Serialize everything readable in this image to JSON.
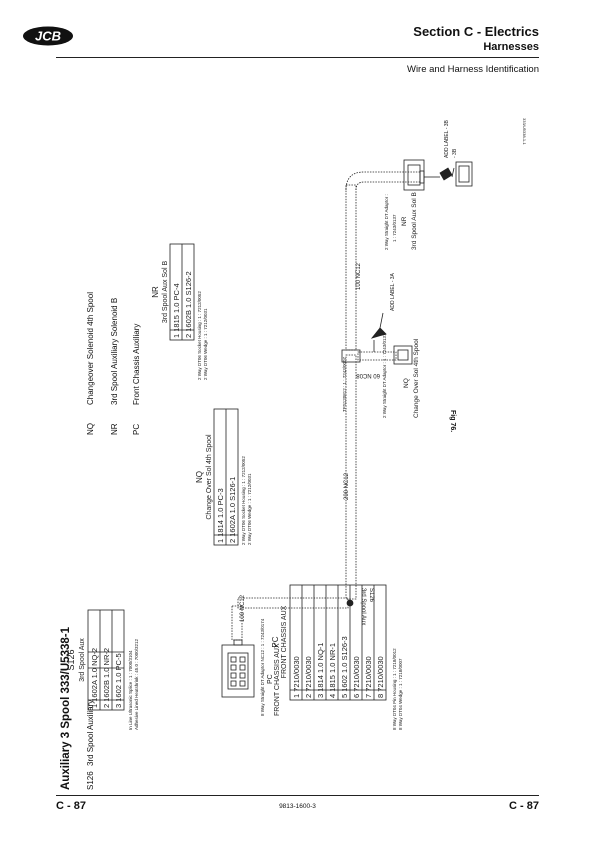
{
  "header": {
    "section_title": "Section C - Electrics",
    "section_subtitle": "Harnesses",
    "topic": "Wire and Harness Identification",
    "ref_code": "333/U5338-1-1"
  },
  "heading": "Auxiliary 3 Spool 333/U5338-1",
  "legend": [
    {
      "code": "S126",
      "desc": "3rd Spool Auxiliary"
    },
    {
      "code": "NQ",
      "desc": "Changeover Solenoid 4th Spool"
    },
    {
      "code": "NR",
      "desc": "3rd Spool Auxiliary Solenoid B"
    },
    {
      "code": "PC",
      "desc": "Front Chassis Auxiliary"
    }
  ],
  "diagram": {
    "s126_table": {
      "code": "S126",
      "title": "3rd Spool Aux",
      "rows": [
        "1 1602A 1.0 NQ-2",
        "2 1602B 1.0 NR-2",
        "3 1602 1.0 PC-5"
      ],
      "note1": "In Line Ultrasonic Splice : 1 : 7000/3104",
      "note2": "Adhesive Lined Heatshrink : 45.0 : 7000/3212"
    },
    "pc_table": {
      "code": "PC",
      "title": "FRONT CHASSIS AUX",
      "rows": [
        "1 7210/0030",
        "2 7210/0030",
        "3 1814 1.0 NQ-1",
        "4 1815 1.0 NR-1",
        "5 1602 1.0 S126-3",
        "6 7210/0030",
        "7 7210/0030",
        "8 7210/0030"
      ],
      "note1": "8 Way DT04 Pin Housing : 1 : 7218/0012",
      "note2": "8 Way DT04 Wedge : 1 : 7218/0007"
    },
    "pc_connector": {
      "caption": "8 Way Straight DT Adaptor NC12 : 1 : 7243/0174",
      "code": "PC",
      "name": "FRONT CHASSIS AUX"
    },
    "nq_table": {
      "code": "NQ",
      "title": "Change Over Sol 4th Spool",
      "rows": [
        "1 1814 1.0 PC-3",
        "2 1602A 1.0 S126-1"
      ],
      "note1": "2 Way DT06 Socket Housing : 1 : 7212/0052",
      "note2": "2 Way DT06 Wedge : 1 : 7212/0031"
    },
    "nr_table": {
      "code": "NR",
      "title": "3rd Spool Aux Sol B",
      "rows": [
        "1 1815 1.0 PC-4",
        "2 1602B 1.0 S126-2"
      ],
      "note1": "2 Way DT06 Socket Housing : 1 : 7212/0052",
      "note2": "2 Way DT06 Wedge : 1 : 7212/0031"
    },
    "nq_connector": {
      "caption": "2 Way Straight DT Adaptor : 1 : 7243/0137",
      "code": "NQ",
      "name": "Change Over Sol 4th Spool"
    },
    "nr_connector": {
      "caption1": "2 Way Straight DT Adaptor :",
      "caption2": "1 : 7243/0137",
      "code": "NR",
      "name": "3rd Spool Aux Sol B"
    },
    "labels": {
      "nc12_left": "100 NC12",
      "nc12_mid": "200 NC12",
      "nc12_right": "100 NC12",
      "nc08": "60 NC08",
      "add_label_3a": "ADD LABEL - 3A",
      "add_label_3b": "ADD LABEL - 3B",
      "s126_code": "S126",
      "s126_name": "3rd Spool Aux",
      "tp_label": "TPS120812 : 1 : 7243/0007"
    }
  },
  "figure_label": "Fig 76.",
  "footer": {
    "page_left": "C - 87",
    "page_right": "C - 87",
    "doc_code": "9813-1600-3"
  }
}
